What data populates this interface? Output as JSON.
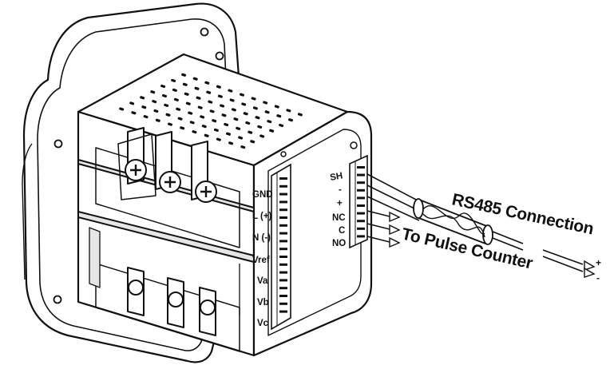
{
  "left_terminal_labels": [
    "GND",
    "L (+)",
    "N (-)",
    "Vref",
    "Va",
    "Vb",
    "Vc"
  ],
  "right_terminal_labels": [
    "SH",
    "-",
    "+",
    "NC",
    "C",
    "NO"
  ],
  "callouts": {
    "rs485": "RS485 Connection",
    "pulse": "To Pulse Counter"
  },
  "polarity": {
    "plus": "+",
    "minus": "-"
  },
  "colors": {
    "line": "#111111",
    "fill": "#ffffff",
    "shade": "#e6e6e6"
  }
}
